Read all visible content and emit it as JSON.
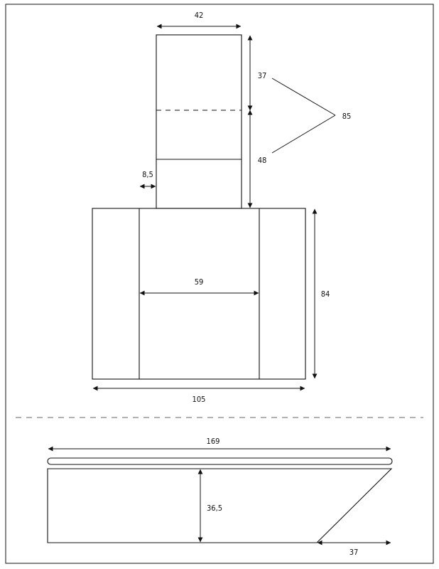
{
  "drawing": {
    "upper_figure": {
      "top_width": "42",
      "segment_top": "37",
      "segment_bottom": "48",
      "total_height": "85",
      "side_offset": "8,5",
      "inner_width": "59",
      "body_height": "84",
      "body_width": "105"
    },
    "lower_figure": {
      "total_width": "169",
      "height": "36,5",
      "slant_width": "37"
    }
  }
}
